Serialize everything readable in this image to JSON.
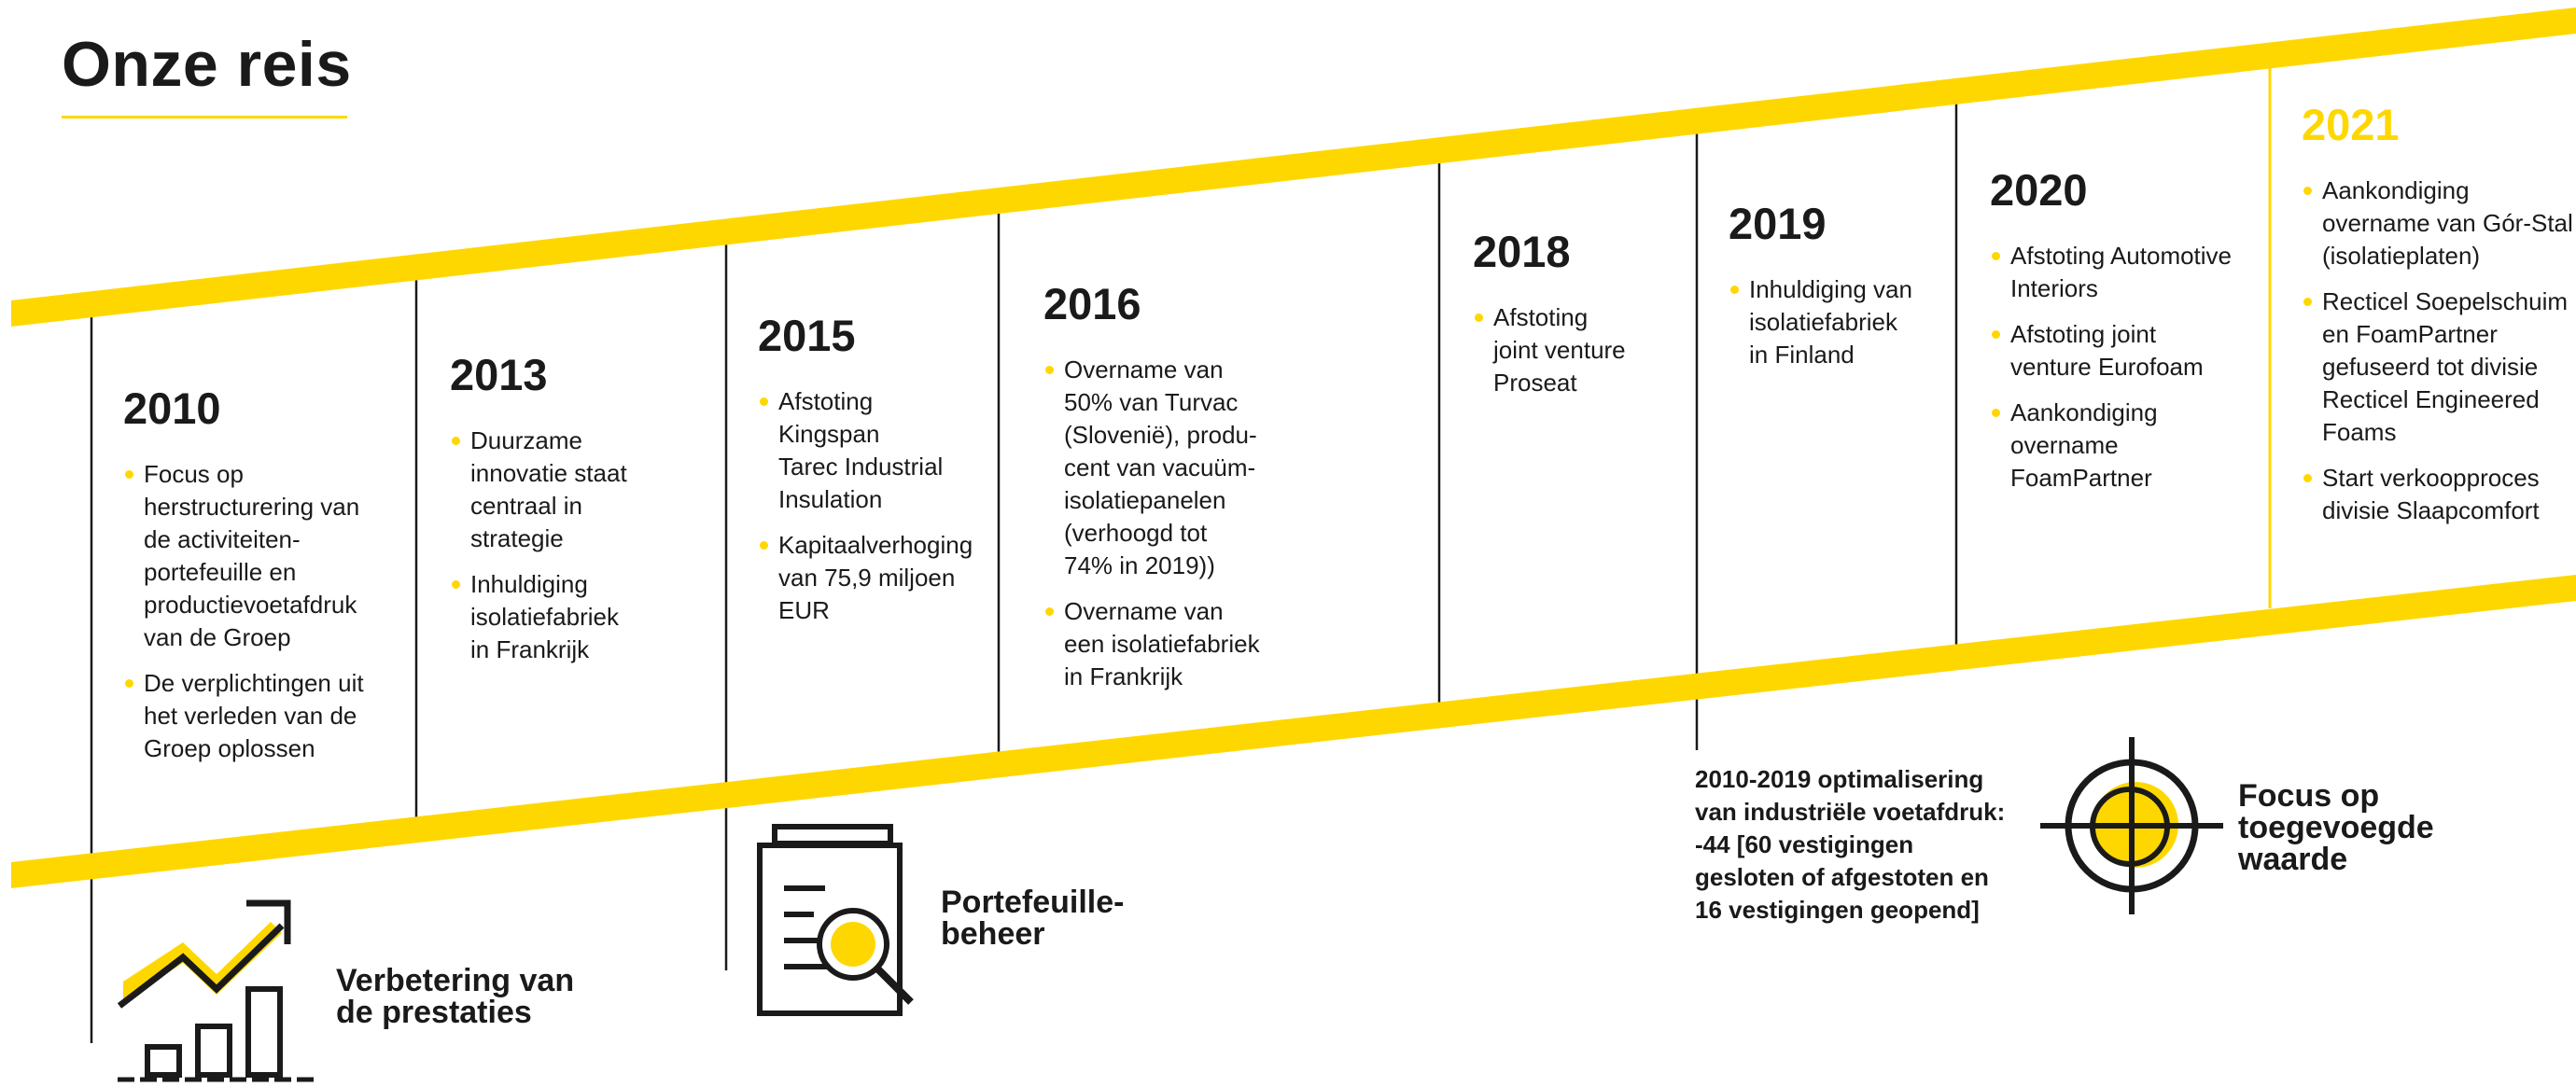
{
  "page": {
    "title": "Onze reis",
    "accent_color": "#FFD700",
    "text_color": "#1a1a1a"
  },
  "timeline": [
    {
      "year": "2010",
      "highlight": false,
      "items": [
        "Focus op\nherstructurering van\nde activiteiten-\nportefeuille en\nproductievoetafdruk\nvan de Groep",
        "De verplichtingen uit\nhet verleden van de\nGroep oplossen"
      ]
    },
    {
      "year": "2013",
      "highlight": false,
      "items": [
        "Duurzame\ninnovatie staat\ncentraal in\nstrategie",
        "Inhuldiging\nisolatiefabriek\nin Frankrijk"
      ]
    },
    {
      "year": "2015",
      "highlight": false,
      "items": [
        "Afstoting\nKingspan\nTarec Industrial\nInsulation",
        "Kapitaalverhoging\nvan 75,9 miljoen\nEUR"
      ]
    },
    {
      "year": "2016",
      "highlight": false,
      "items": [
        "Overname van\n50% van Turvac\n(Slovenië), produ-\ncent van vacuüm-\nisolatiepanelen\n(verhoogd tot\n74% in 2019))",
        "Overname van\neen isolatiefabriek\nin Frankrijk"
      ]
    },
    {
      "year": "2018",
      "highlight": false,
      "items": [
        "Afstoting\njoint venture\nProseat"
      ]
    },
    {
      "year": "2019",
      "highlight": false,
      "items": [
        "Inhuldiging van\nisolatiefabriek\nin Finland"
      ]
    },
    {
      "year": "2020",
      "highlight": false,
      "items": [
        "Afstoting Automotive\nInteriors",
        "Afstoting joint\nventure Eurofoam",
        "Aankondiging\novername\nFoamPartner"
      ]
    },
    {
      "year": "2021",
      "highlight": true,
      "items": [
        "Aankondiging\novername van Gór-Stal\n(isolatieplaten)",
        "Recticel Soepelschuim\nen FoamPartner\ngefuseerd tot divisie\nRecticel Engineered\nFoams",
        "Start verkoopproces\ndivisie Slaapcomfort"
      ]
    }
  ],
  "themes": {
    "performance": {
      "label": "Verbetering van\nde prestaties",
      "icon": "rising-chart-icon"
    },
    "portfolio": {
      "label": "Portefeuille-\nbeheer",
      "icon": "document-magnifier-icon"
    },
    "focus": {
      "label": "Focus op\ntoegevoegde\nwaarde",
      "icon": "target-crosshair-icon"
    }
  },
  "footprint_note": "2010-2019 optimalisering\nvan industriële voetafdruk:\n-44 [60 vestigingen\ngesloten of afgestoten en\n16 vestigingen geopend]"
}
